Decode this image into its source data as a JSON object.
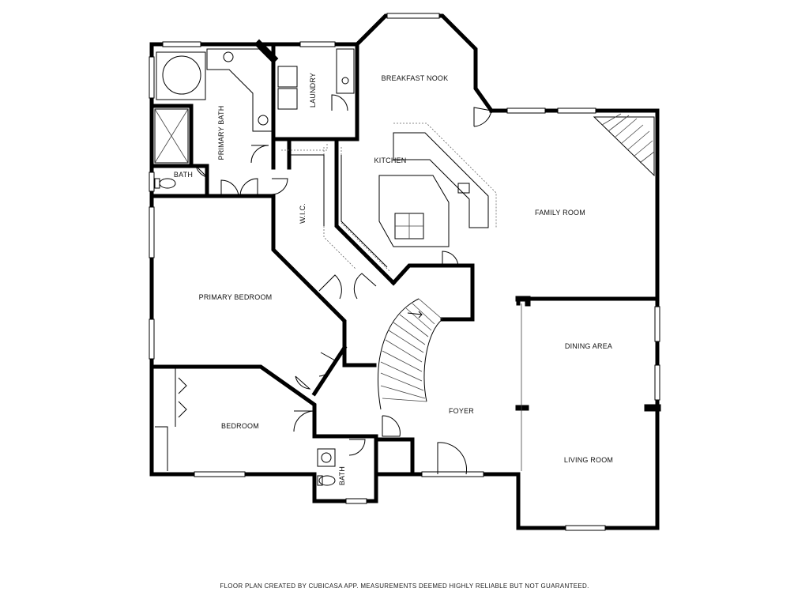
{
  "rooms": {
    "breakfast_nook": "BREAKFAST NOOK",
    "laundry": "LAUNDRY",
    "primary_bath": "PRIMARY BATH",
    "bath_upper": "BATH",
    "kitchen": "KITCHEN",
    "wic": "W.I.C.",
    "family_room": "FAMILY ROOM",
    "primary_bedroom": "PRIMARY BEDROOM",
    "dining_area": "DINING AREA",
    "foyer": "FOYER",
    "bedroom": "BEDROOM",
    "living_room": "LIVING ROOM",
    "bath_lower": "BATH"
  },
  "footer": {
    "disclaimer": "FLOOR PLAN CREATED BY CUBICASA APP. MEASUREMENTS DEEMED HIGHLY RELIABLE BUT NOT GUARANTEED."
  },
  "colors": {
    "wall": "#000000",
    "background": "#ffffff"
  }
}
